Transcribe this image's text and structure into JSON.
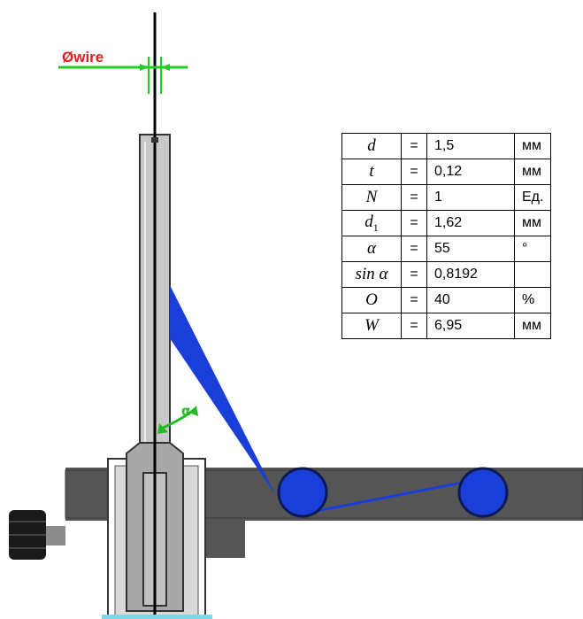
{
  "diagram": {
    "wire_label": "Øwire",
    "angle_label": "α",
    "colors": {
      "wire_dimension": "#22cc22",
      "wire_label": "#dd2222",
      "angle_marker": "#22bb22",
      "triangle": "#1a3fd8",
      "wire_circles": "#1a3fd8",
      "bar": "#555555",
      "knob": "#1a1a1a"
    }
  },
  "parameters": {
    "rows": [
      {
        "symbol": "d",
        "subscript": "",
        "eq": "=",
        "value": "1,5",
        "unit": "мм"
      },
      {
        "symbol": "t",
        "subscript": "",
        "eq": "=",
        "value": "0,12",
        "unit": "мм"
      },
      {
        "symbol": "N",
        "subscript": "",
        "eq": "=",
        "value": "1",
        "unit": "Ед."
      },
      {
        "symbol": "d",
        "subscript": "1",
        "eq": "=",
        "value": "1,62",
        "unit": "мм"
      },
      {
        "symbol": "α",
        "subscript": "",
        "eq": "=",
        "value": "55",
        "unit": "°"
      },
      {
        "symbol": "sin α",
        "subscript": "",
        "eq": "=",
        "value": "0,8192",
        "unit": ""
      },
      {
        "symbol": "O",
        "subscript": "",
        "eq": "=",
        "value": "40",
        "unit": "%"
      },
      {
        "symbol": "W",
        "subscript": "",
        "eq": "=",
        "value": "6,95",
        "unit": "мм"
      }
    ]
  }
}
